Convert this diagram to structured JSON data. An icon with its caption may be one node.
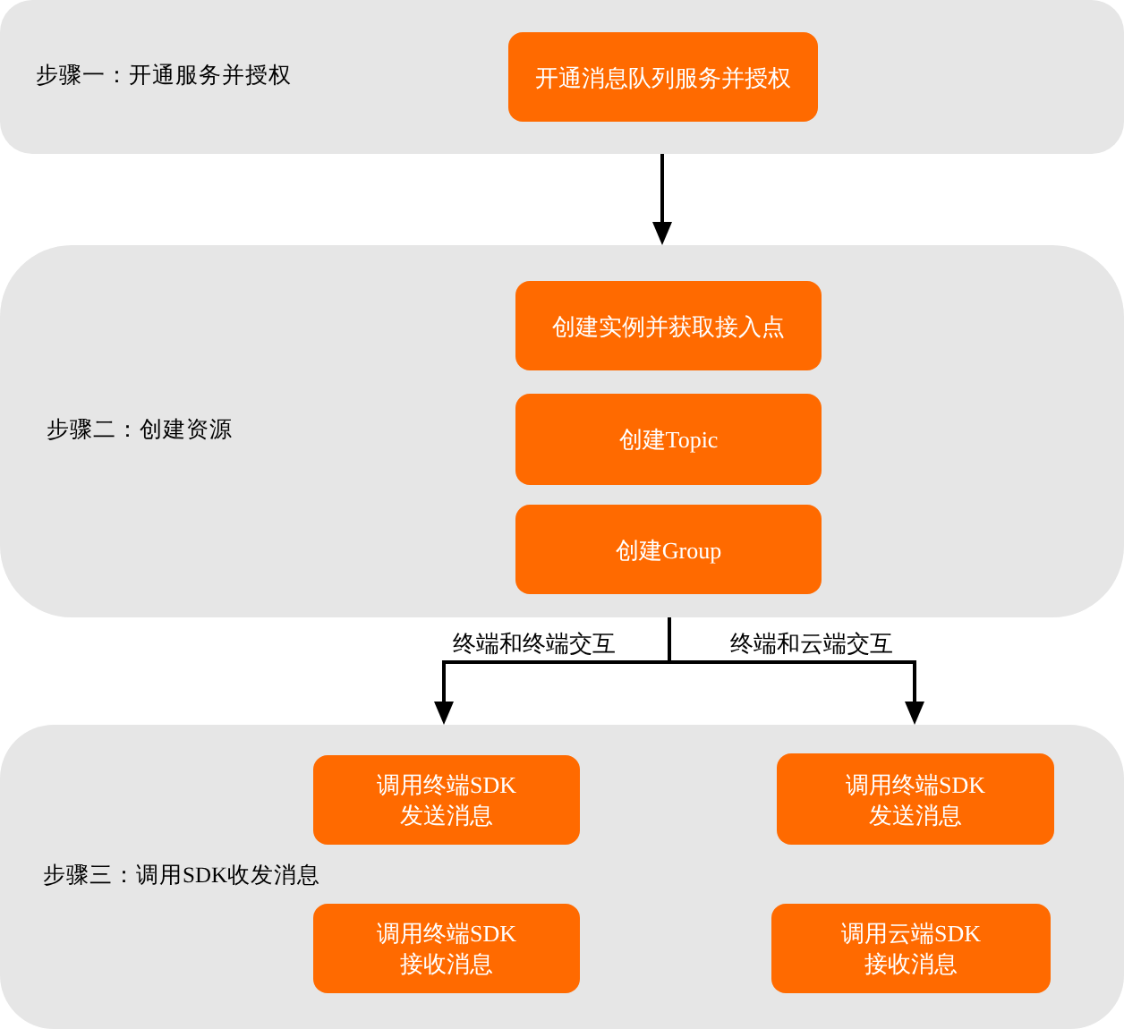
{
  "diagram": {
    "nodes": [
      {
        "text": [
          "步骤一：开通服务并授权"
        ]
      },
      {
        "text": [
          "开通消息队列服务并授权"
        ],
        "in": 0
      },
      {
        "text": [
          "步骤二：创建资源"
        ]
      },
      {
        "text": [
          "创建实例并获取接入点"
        ],
        "in": 2
      },
      {
        "text": [
          "创建Topic"
        ],
        "in": 2
      },
      {
        "text": [
          "创建Group"
        ],
        "in": 2
      },
      {
        "text": [
          "步骤三：调用SDK收发消息"
        ]
      },
      {
        "text": [
          "调用终端SDK发送消息"
        ],
        "in": 6
      },
      {
        "text": [
          "调用终端SDK发送消息"
        ],
        "in": 6
      },
      {
        "text": [
          "调用终端SDK接收消息"
        ],
        "in": 6
      },
      {
        "text": [
          "调用云端SDK接收消息"
        ],
        "in": 6
      }
    ],
    "edges": [
      {
        "from": 0,
        "to": 2,
        "arrow": "to"
      },
      {
        "from": 2,
        "to": 6,
        "arrow": "to",
        "label": "终端和终端交互"
      },
      {
        "from": 2,
        "to": 6,
        "arrow": "to",
        "label": "终端和云端交互"
      }
    ]
  }
}
